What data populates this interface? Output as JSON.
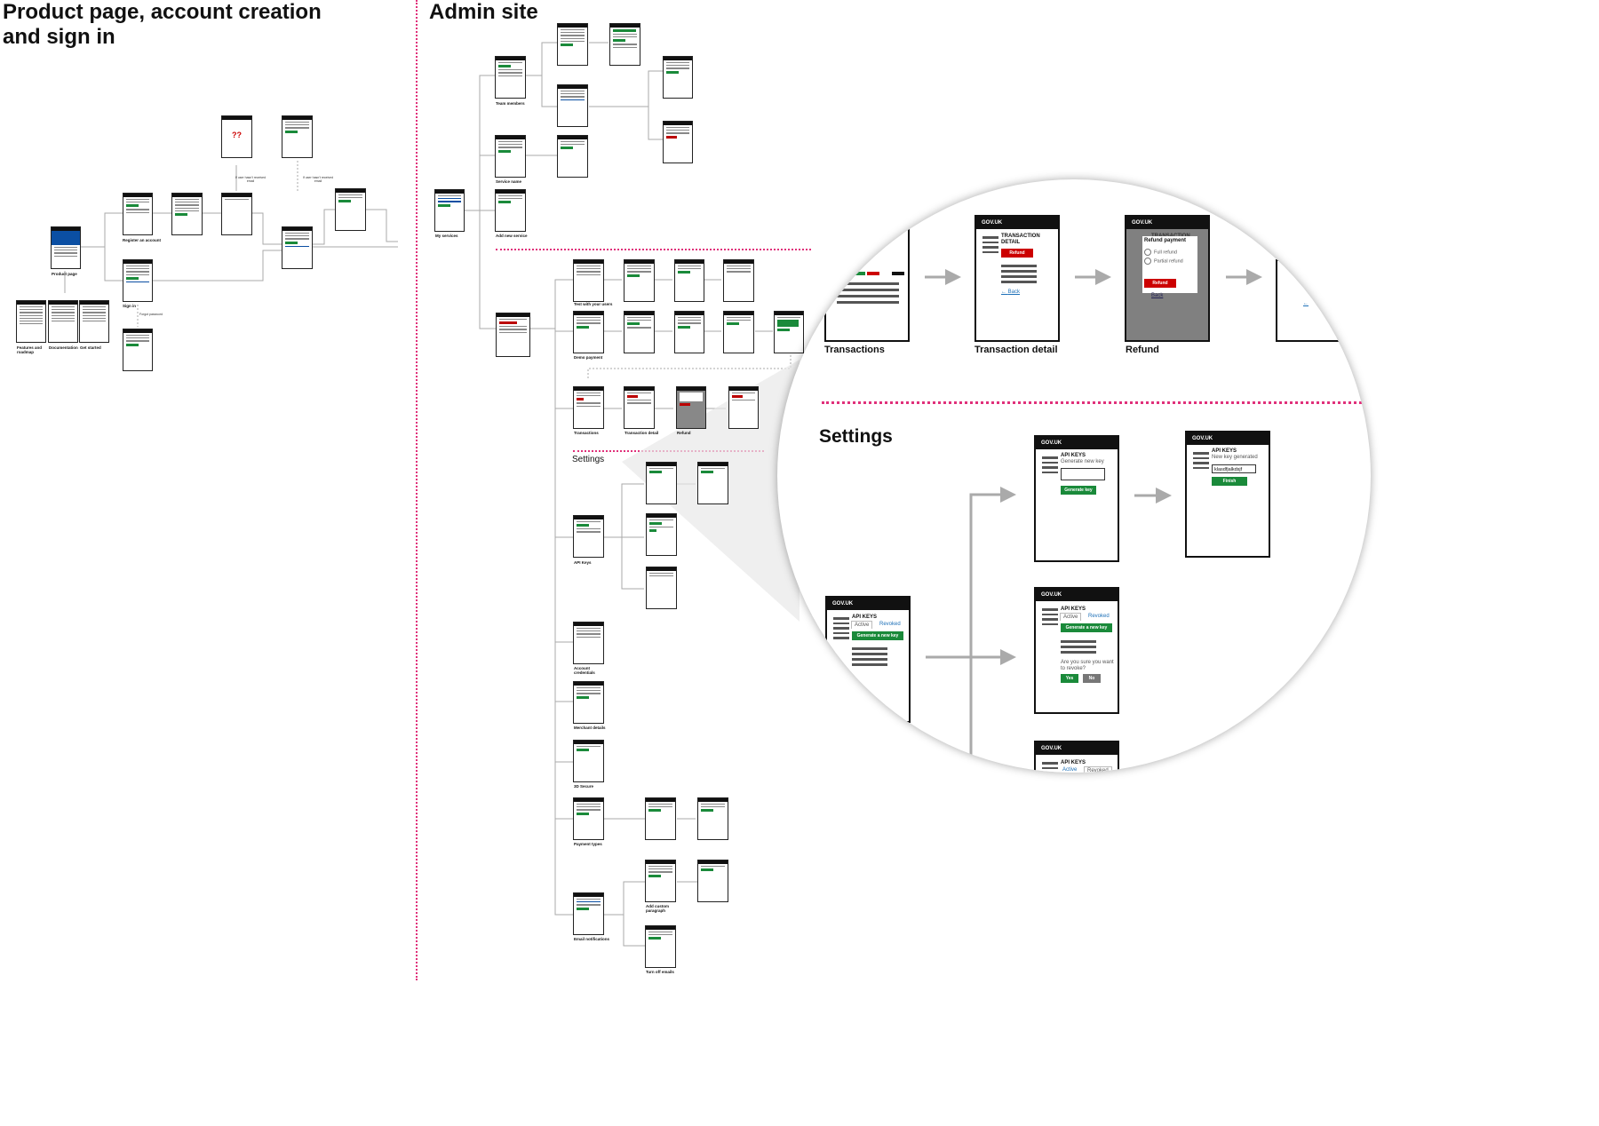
{
  "sections": {
    "left_title": "Product page, account creation\nand sign in",
    "admin_title": "Admin site",
    "settings_small": "Settings"
  },
  "left_labels": {
    "product_page": "Product page",
    "features": "Features and\nroadmap",
    "documentation": "Documentation",
    "get_started": "Get started",
    "register": "Register an account",
    "sign_in": "Sign in",
    "forgot_password": "Forgot\npassword",
    "not_received_1": "If user hasn't\nreceived email",
    "not_received_2": "If user hasn't\nreceived email",
    "unknown": "??"
  },
  "admin_labels": {
    "my_services": "My services",
    "team_members": "Team members",
    "service_name": "Service name",
    "add_new_service": "Add new service",
    "test_with_users": "Test with your users",
    "demo_payment": "Demo payment",
    "transactions": "Transactions",
    "transaction_detail": "Transaction detail",
    "refund": "Refund",
    "api_keys": "API Keys",
    "account_credentials": "Account\ncredentials",
    "merchant_details": "Merchant details",
    "three_d_secure": "3D Secure",
    "payment_types": "Payment types",
    "email_notifications": "Email notifications",
    "add_custom_paragraph": "Add custom\nparagraph",
    "turn_off_emails": "Turn off emails"
  },
  "zoom": {
    "header_brand": "GOV.UK",
    "list_fragment": "list",
    "transaction_title": "TRANSACTION\nDETAIL",
    "refund_button": "Refund",
    "back_link": "Back",
    "refund_modal_heading": "Refund payment",
    "bg_heading": "TRANSACTION",
    "full_refund": "Full refund",
    "partial_refund": "Partial refund",
    "cap_transactions": "Transactions",
    "cap_transaction_detail": "Transaction detail",
    "cap_refund": "Refund",
    "settings_heading": "Settings",
    "api_keys_heading": "API KEYS",
    "generate_new_key": "Generate new key",
    "generate_key_button": "Generate key",
    "new_key_generated": "New key generated",
    "key_value": "klasdfjalkdsjf",
    "finish_button": "Finish",
    "tab_active": "Active",
    "tab_revoked": "Revoked",
    "generate_a_new_key": "Generate a new key",
    "revoke_question": "Are you sure you want\nto revoke?",
    "yes": "Yes",
    "no": "No"
  },
  "colors": {
    "divider": "#e0307a",
    "green": "#1a8a3a",
    "red": "#cc0000",
    "link": "#1d70b8",
    "header": "#111111"
  }
}
